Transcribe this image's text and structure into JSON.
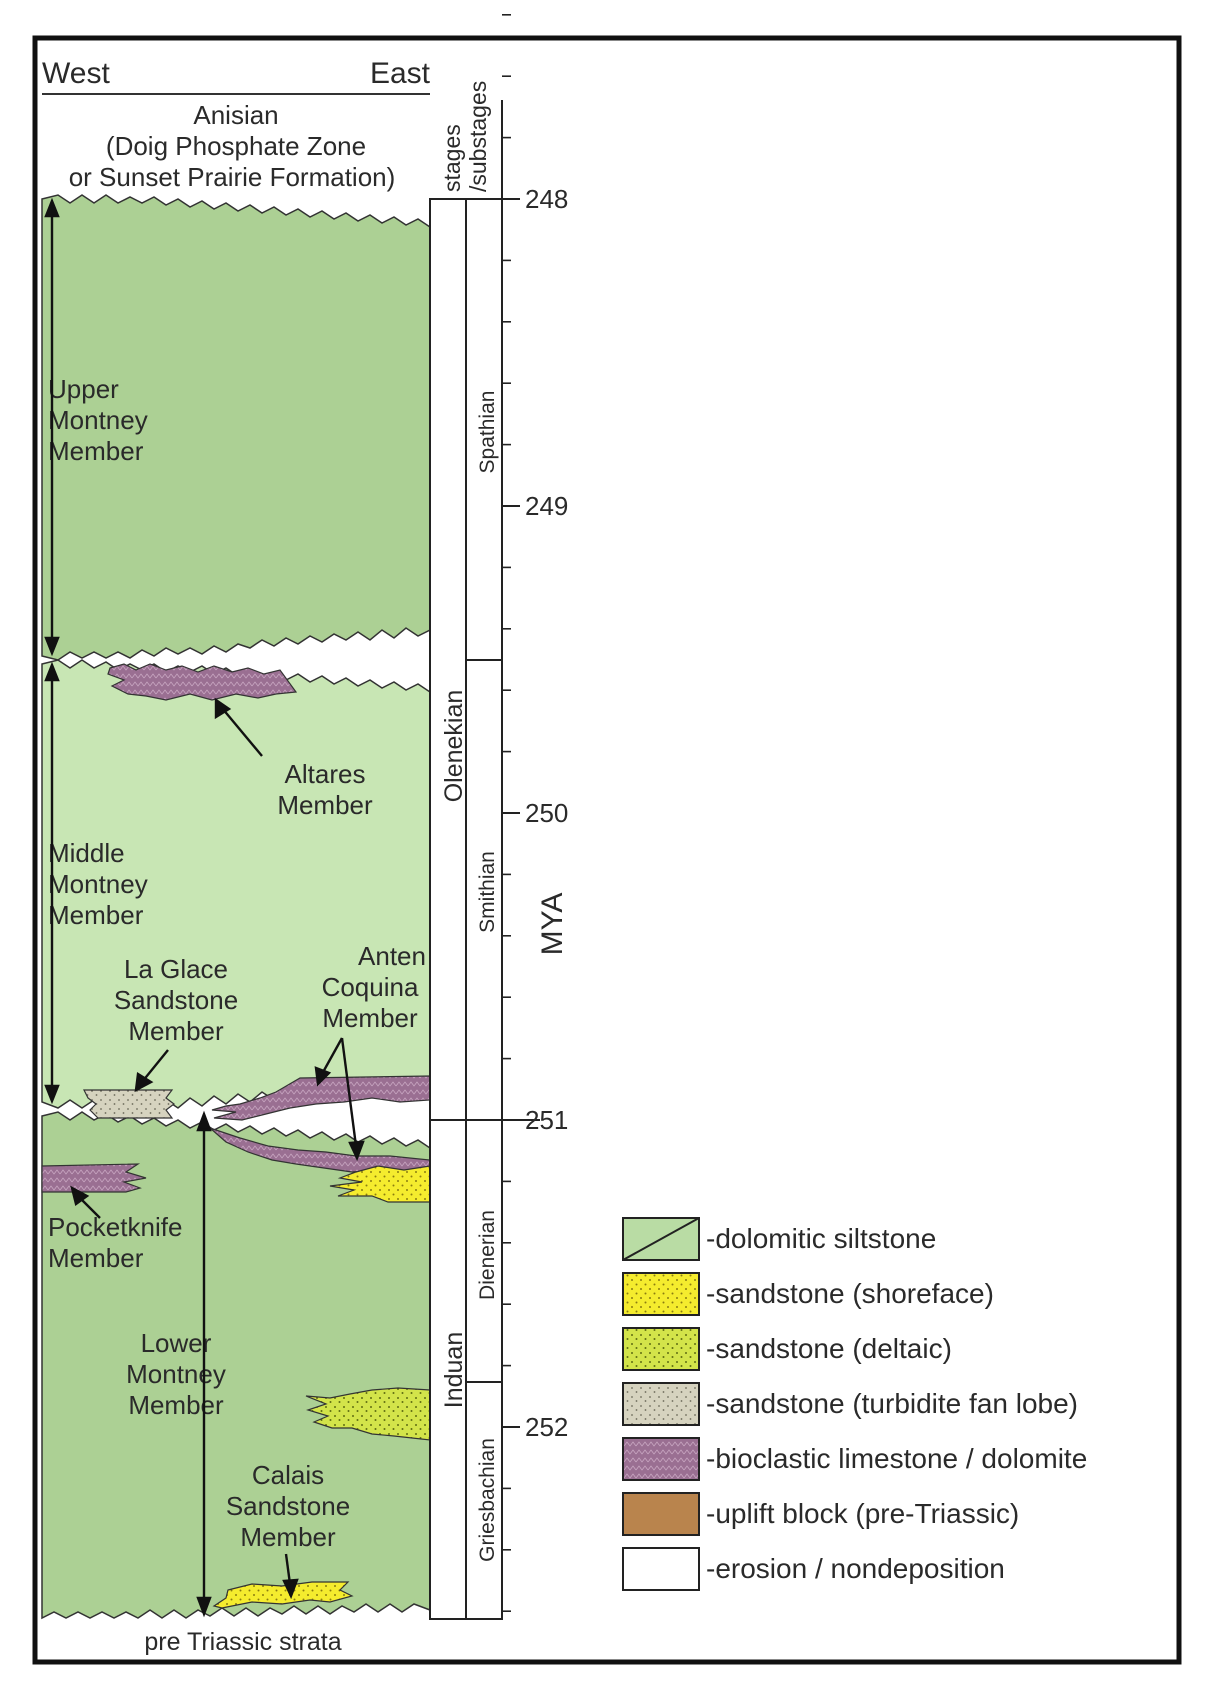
{
  "header": {
    "west": "West",
    "east": "East"
  },
  "top_unit": {
    "line1": "Anisian",
    "line2": "(Doig Phosphate Zone",
    "line3": "or Sunset Prairie Formation)"
  },
  "bottom_unit": "pre Triassic strata",
  "columns": {
    "stages_header_1": "stages",
    "stages_header_2": "/substages",
    "axis_label": "MYA"
  },
  "stages": [
    "Olenekian",
    "Induan"
  ],
  "substages": [
    "Spathian",
    "Smithian",
    "Dienerian",
    "Griesbachian"
  ],
  "ticks": [
    "248",
    "249",
    "250",
    "251",
    "252"
  ],
  "members": {
    "upper": [
      "Upper",
      "Montney",
      "Member"
    ],
    "middle": [
      "Middle",
      "Montney",
      "Member"
    ],
    "lower": [
      "Lower",
      "Montney",
      "Member"
    ],
    "altares": [
      "Altares",
      "Member"
    ],
    "laglace": [
      "La Glace",
      "Sandstone",
      "Member"
    ],
    "anten": [
      "Anten",
      "Coquina",
      "Member"
    ],
    "pocketknife": [
      "Pocketknife",
      "Member"
    ],
    "calais": [
      "Calais",
      "Sandstone",
      "Member"
    ]
  },
  "legend": [
    {
      "label": "-dolomitic siltstone",
      "color": "#b9dca4"
    },
    {
      "label": "-sandstone (shoreface)",
      "color": "#f5ec2e"
    },
    {
      "label": "-sandstone (deltaic)",
      "color": "#d3e44a"
    },
    {
      "label": "-sandstone (turbidite fan lobe)",
      "color": "#d6d3bf"
    },
    {
      "label": "-bioclastic limestone / dolomite",
      "color": "#9a6f92"
    },
    {
      "label": "-uplift block (pre-Triassic)",
      "color": "#b9844d"
    },
    {
      "label": "-erosion / nondeposition",
      "color": "#ffffff"
    }
  ],
  "colors": {
    "upper_green": "#acd094",
    "middle_green": "#c8e6b4",
    "lower_green": "#acd094",
    "shoreface": "#f5ec2e",
    "deltaic": "#d3e44a",
    "turbidite": "#d6d3bf",
    "limestone": "#9a6f92"
  }
}
